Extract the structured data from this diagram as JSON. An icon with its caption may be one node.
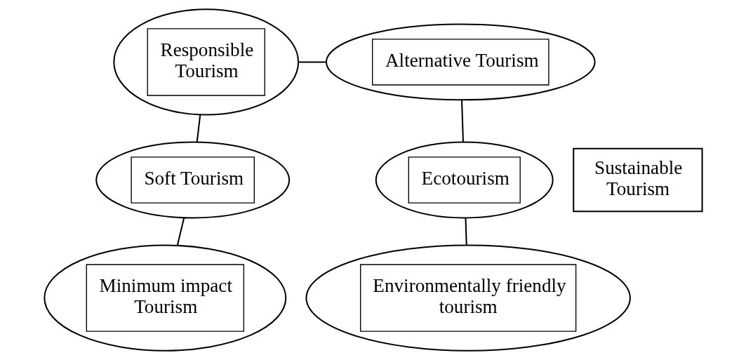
{
  "diagram": {
    "nodes": [
      {
        "text": [
          "Responsible Tourism"
        ]
      },
      {
        "text": [
          "Alternative Tourism"
        ]
      },
      {
        "text": [
          "Sustainable Tourism"
        ]
      },
      {
        "text": [
          "Ecotourism"
        ]
      },
      {
        "text": [
          "Soft Tourism"
        ]
      },
      {
        "text": [
          "Minimum impact Tourism"
        ]
      },
      {
        "text": [
          "Environmentally friendly tourism"
        ]
      }
    ],
    "edges": [
      {
        "from": 0,
        "to": 1,
        "arrow": "none"
      },
      {
        "from": 1,
        "to": 3,
        "arrow": "none"
      },
      {
        "from": 3,
        "to": 6,
        "arrow": "none"
      },
      {
        "from": 0,
        "to": 4,
        "arrow": "none"
      },
      {
        "from": 4,
        "to": 5,
        "arrow": "none"
      }
    ]
  }
}
